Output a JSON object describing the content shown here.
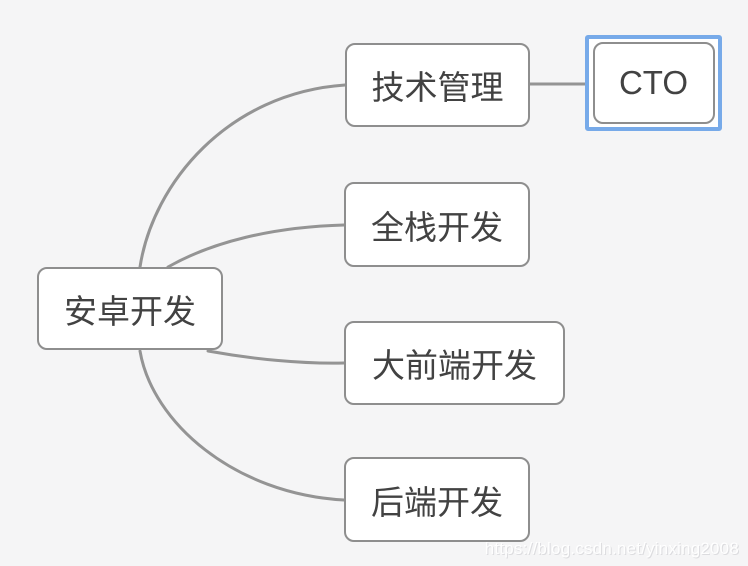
{
  "mindmap": {
    "root": {
      "label": "安卓开发"
    },
    "children": [
      {
        "label": "技术管理",
        "children": [
          {
            "label": "CTO",
            "selected": true
          }
        ]
      },
      {
        "label": "全栈开发"
      },
      {
        "label": "大前端开发"
      },
      {
        "label": "后端开发"
      }
    ]
  },
  "watermark": {
    "text": "https://blog.csdn.net/yinxing2008"
  },
  "colors": {
    "background": "#f5f5f6",
    "node_fill": "#ffffff",
    "node_border": "#8e8e8e",
    "node_text": "#424242",
    "connector": "#949494",
    "selection_accent": "#77aae9",
    "watermark_text": "#fbfbfc"
  }
}
